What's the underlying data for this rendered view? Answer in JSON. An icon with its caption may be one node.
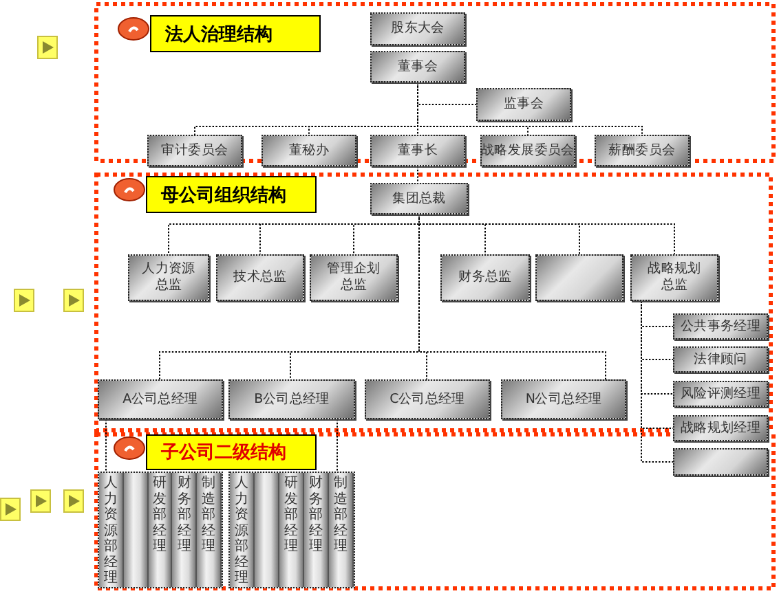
{
  "diagram": {
    "nodes": [
      {
        "text": [
          "法人治理结构"
        ]
      },
      {
        "text": [
          "股东大会"
        ]
      },
      {
        "text": [
          "董事会"
        ]
      },
      {
        "text": [
          "监事会"
        ]
      },
      {
        "text": [
          "审计委员会"
        ]
      },
      {
        "text": [
          "董秘办"
        ]
      },
      {
        "text": [
          "董事长"
        ]
      },
      {
        "text": [
          "战略发展委员会"
        ]
      },
      {
        "text": [
          "薪酬委员会"
        ]
      },
      {
        "text": [
          "母公司组织结构"
        ]
      },
      {
        "text": [
          "集团总裁"
        ]
      },
      {
        "text": [
          "人力资源总监"
        ]
      },
      {
        "text": [
          "技术总监"
        ]
      },
      {
        "text": [
          "管理企划总监"
        ]
      },
      {
        "text": [
          "财务总监"
        ]
      },
      {
        "text": [],
        "shape": "box"
      },
      {
        "text": [
          "战略规划总监"
        ]
      },
      {
        "text": [
          "公共事务经理"
        ]
      },
      {
        "text": [
          "法律顾问"
        ]
      },
      {
        "text": [
          "风险评测经理"
        ]
      },
      {
        "text": [
          "战略规划经理"
        ]
      },
      {
        "text": [],
        "shape": "box"
      },
      {
        "text": [
          "A公司总经理"
        ]
      },
      {
        "text": [
          "B公司总经理"
        ]
      },
      {
        "text": [
          "C公司总经理"
        ]
      },
      {
        "text": [
          "N公司总经理"
        ]
      },
      {
        "text": [
          "子公司二级结构"
        ]
      },
      {
        "text": [],
        "shape": "box"
      },
      {
        "text": [
          "人力资源部经理"
        ],
        "in": 27
      },
      {
        "text": [],
        "shape": "bar",
        "in": 27
      },
      {
        "text": [
          "研发部经理"
        ],
        "in": 27
      },
      {
        "text": [
          "财务部经理"
        ],
        "in": 27
      },
      {
        "text": [
          "制造部经理"
        ],
        "in": 27
      },
      {
        "text": [],
        "shape": "box"
      },
      {
        "text": [
          "人力资源部经理"
        ],
        "in": 33
      },
      {
        "text": [],
        "shape": "bar",
        "in": 33
      },
      {
        "text": [
          "研发部经理"
        ],
        "in": 33
      },
      {
        "text": [
          "财务部经理"
        ],
        "in": 33
      },
      {
        "text": [
          "制造部经理"
        ],
        "in": 33
      }
    ],
    "edges": [
      {
        "from": 2,
        "to": 3,
        "arrow": "none"
      },
      {
        "from": 2,
        "to": 4,
        "arrow": "none"
      },
      {
        "from": 2,
        "to": 5,
        "arrow": "none"
      },
      {
        "from": 2,
        "to": 6,
        "arrow": "none"
      },
      {
        "from": 2,
        "to": 7,
        "arrow": "none"
      },
      {
        "from": 2,
        "to": 8,
        "arrow": "none"
      },
      {
        "from": 6,
        "to": 10,
        "arrow": "none"
      },
      {
        "from": 10,
        "to": 11,
        "arrow": "none"
      },
      {
        "from": 10,
        "to": 12,
        "arrow": "none"
      },
      {
        "from": 10,
        "to": 13,
        "arrow": "none"
      },
      {
        "from": 10,
        "to": 14,
        "arrow": "none"
      },
      {
        "from": 10,
        "to": 15,
        "arrow": "none"
      },
      {
        "from": 10,
        "to": 16,
        "arrow": "none"
      },
      {
        "from": 10,
        "to": 22,
        "arrow": "none"
      },
      {
        "from": 10,
        "to": 23,
        "arrow": "none"
      },
      {
        "from": 10,
        "to": 24,
        "arrow": "none"
      },
      {
        "from": 10,
        "to": 25,
        "arrow": "none"
      },
      {
        "from": 16,
        "to": 17,
        "arrow": "none"
      },
      {
        "from": 16,
        "to": 18,
        "arrow": "none"
      },
      {
        "from": 16,
        "to": 19,
        "arrow": "none"
      },
      {
        "from": 16,
        "to": 20,
        "arrow": "none"
      },
      {
        "from": 16,
        "to": 21,
        "arrow": "none"
      },
      {
        "from": 22,
        "to": 27,
        "arrow": "none"
      },
      {
        "from": 23,
        "to": 33,
        "arrow": "none"
      }
    ]
  }
}
